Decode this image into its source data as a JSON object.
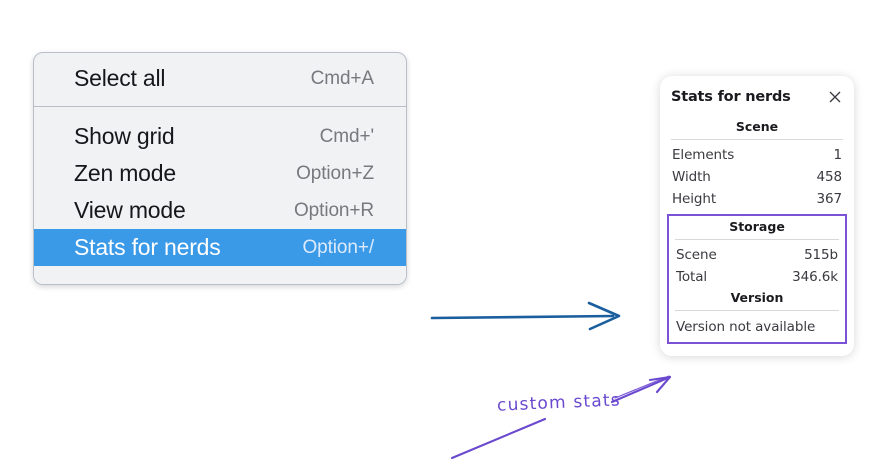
{
  "menu": {
    "groups": [
      {
        "items": [
          {
            "label": "Select all",
            "shortcut": "Cmd+A",
            "selected": false
          }
        ]
      },
      {
        "items": [
          {
            "label": "Show grid",
            "shortcut": "Cmd+'",
            "selected": false
          },
          {
            "label": "Zen mode",
            "shortcut": "Option+Z",
            "selected": false
          },
          {
            "label": "View mode",
            "shortcut": "Option+R",
            "selected": false
          },
          {
            "label": "Stats for nerds",
            "shortcut": "Option+/",
            "selected": true
          }
        ]
      }
    ],
    "highlight_color": "#3b9ae8"
  },
  "stats_panel": {
    "title": "Stats for nerds",
    "close_icon": "close-icon",
    "scene": {
      "heading": "Scene",
      "rows": [
        {
          "key": "Elements",
          "value": "1"
        },
        {
          "key": "Width",
          "value": "458"
        },
        {
          "key": "Height",
          "value": "367"
        }
      ]
    },
    "storage": {
      "heading": "Storage",
      "rows": [
        {
          "key": "Scene",
          "value": "515b"
        },
        {
          "key": "Total",
          "value": "346.6k"
        }
      ]
    },
    "version": {
      "heading": "Version",
      "note": "Version not available"
    },
    "highlight_border_color": "#7b52d6"
  },
  "annotations": {
    "label": "custom stats",
    "arrow_color": "#1b5e9e",
    "pen_color": "#6a49cf"
  }
}
